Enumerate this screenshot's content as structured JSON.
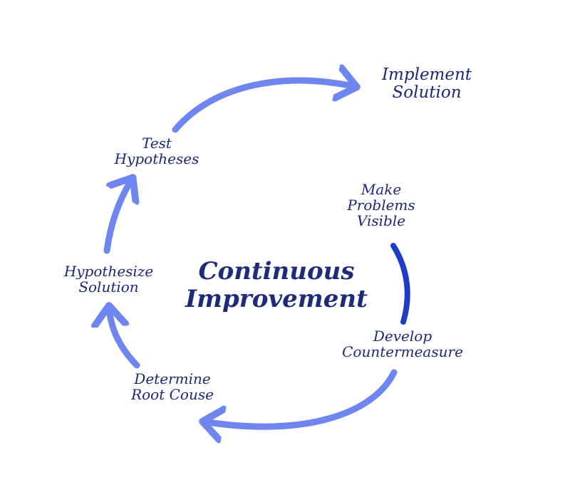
{
  "title": {
    "line1": "Continuous",
    "line2": "Improvement"
  },
  "steps": {
    "implement": {
      "line1": "Implement",
      "line2": "Solution"
    },
    "make_visible": {
      "line1": "Make",
      "line2": "Problems",
      "line3": "Visible"
    },
    "develop": {
      "line1": "Develop",
      "line2": "Countermeasure"
    },
    "root_cause": {
      "line1": "Determine",
      "line2": "Root Couse"
    },
    "hypothesize": {
      "line1": "Hypothesize",
      "line2": "Solution"
    },
    "test": {
      "line1": "Test",
      "line2": "Hypotheses"
    }
  },
  "colors": {
    "arrow_light": "#6f86f0",
    "arrow_dark": "#1f3cc8",
    "text": "#1a2878",
    "background": "#ffffff"
  }
}
